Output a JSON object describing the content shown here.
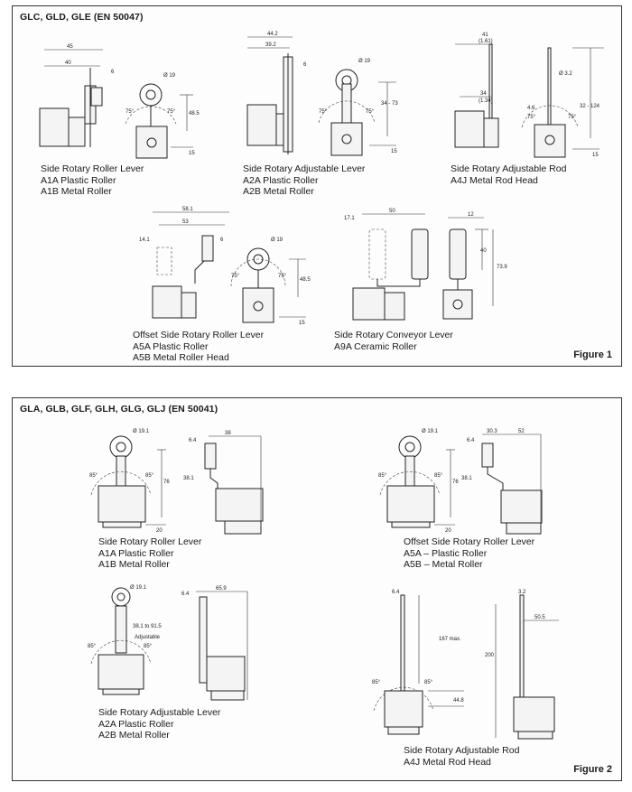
{
  "figure1": {
    "title": "GLC, GLD, GLE (EN 50047)",
    "label": "Figure 1",
    "items": [
      {
        "lines": [
          "Side Rotary Roller Lever",
          "A1A Plastic Roller",
          "A1B Metal Roller"
        ],
        "dims": [
          "45",
          "40",
          "6",
          "Ø 19",
          "75°",
          "75°",
          "48.5",
          "15"
        ]
      },
      {
        "lines": [
          "Side Rotary Adjustable Lever",
          "A2A Plastic Roller",
          "A2B Metal Roller"
        ],
        "dims": [
          "44.2",
          "39.2",
          "6",
          "Ø 19",
          "75°",
          "75°",
          "34 - 73",
          "15"
        ]
      },
      {
        "lines": [
          "Side Rotary Adjustable Rod",
          "A4J Metal Rod Head"
        ],
        "dims": [
          "41",
          "(1.61)",
          "Ø 3.2",
          "34",
          "(1.34)",
          "4.6",
          "75°",
          "75°",
          "32 - 124",
          "15"
        ]
      },
      {
        "lines": [
          "Offset Side Rotary Roller Lever",
          "A5A Plastic Roller",
          "A5B Metal Roller Head"
        ],
        "dims": [
          "58.1",
          "53",
          "14.1",
          "6",
          "Ø 19",
          "75°",
          "75°",
          "48.5",
          "15"
        ]
      },
      {
        "lines": [
          "Side Rotary Conveyor Lever",
          "A9A Ceramic Roller"
        ],
        "dims": [
          "17.1",
          "50",
          "12",
          "40",
          "73.9"
        ]
      }
    ]
  },
  "figure2": {
    "title": "GLA, GLB, GLF, GLH, GLG, GLJ (EN 50041)",
    "label": "Figure 2",
    "items": [
      {
        "lines": [
          "Side Rotary Roller Lever",
          "A1A Plastic Roller",
          "A1B Metal Roller"
        ],
        "dims": [
          "Ø 19.1",
          "85°",
          "85°",
          "76",
          "20",
          "6.4",
          "38",
          "38.1"
        ]
      },
      {
        "lines": [
          "Offset Side Rotary Roller Lever",
          "A5A – Plastic Roller",
          "A5B – Metal Roller"
        ],
        "dims": [
          "Ø 19.1",
          "85°",
          "85°",
          "76",
          "20",
          "6.4",
          "30.3",
          "52",
          "38.1"
        ]
      },
      {
        "lines": [
          "Side Rotary Adjustable Lever",
          "A2A Plastic Roller",
          "A2B Metal Roller"
        ],
        "dims": [
          "Ø 19.1",
          "38.1 to 91.5",
          "Adjustable",
          "85°",
          "85°",
          "6.4",
          "65.9"
        ]
      },
      {
        "lines": [
          "Side Rotary Adjustable Rod",
          "A4J Metal Rod Head"
        ],
        "dims": [
          "6.4",
          "3.2",
          "167 max.",
          "50.5",
          "200",
          "85°",
          "85°",
          "44.8"
        ]
      }
    ]
  }
}
